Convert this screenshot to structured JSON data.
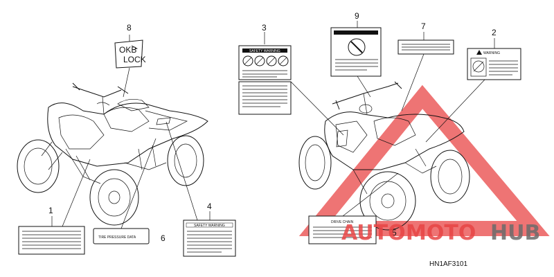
{
  "callouts": {
    "c1": "1",
    "c2": "2",
    "c3": "3",
    "c4": "4",
    "c5": "5",
    "c6": "6",
    "c7": "7",
    "c8": "8",
    "c9": "9"
  },
  "lock_label": {
    "line1": "OKB",
    "line2": "LOCK"
  },
  "label_texts": {
    "tire_pressure": "TIRE PRESSURE DATA",
    "warning": "WARNING",
    "safety_warning": "SAFETY WARNING",
    "drive_chain": "DRIVE CHAIN"
  },
  "part_code": "HN1AF3101",
  "watermark": {
    "text_left": "AUTO",
    "text_mid": "MOTO",
    "text_right": "HUB",
    "color_red": "#e84545",
    "color_gray": "#6b6b6b"
  }
}
